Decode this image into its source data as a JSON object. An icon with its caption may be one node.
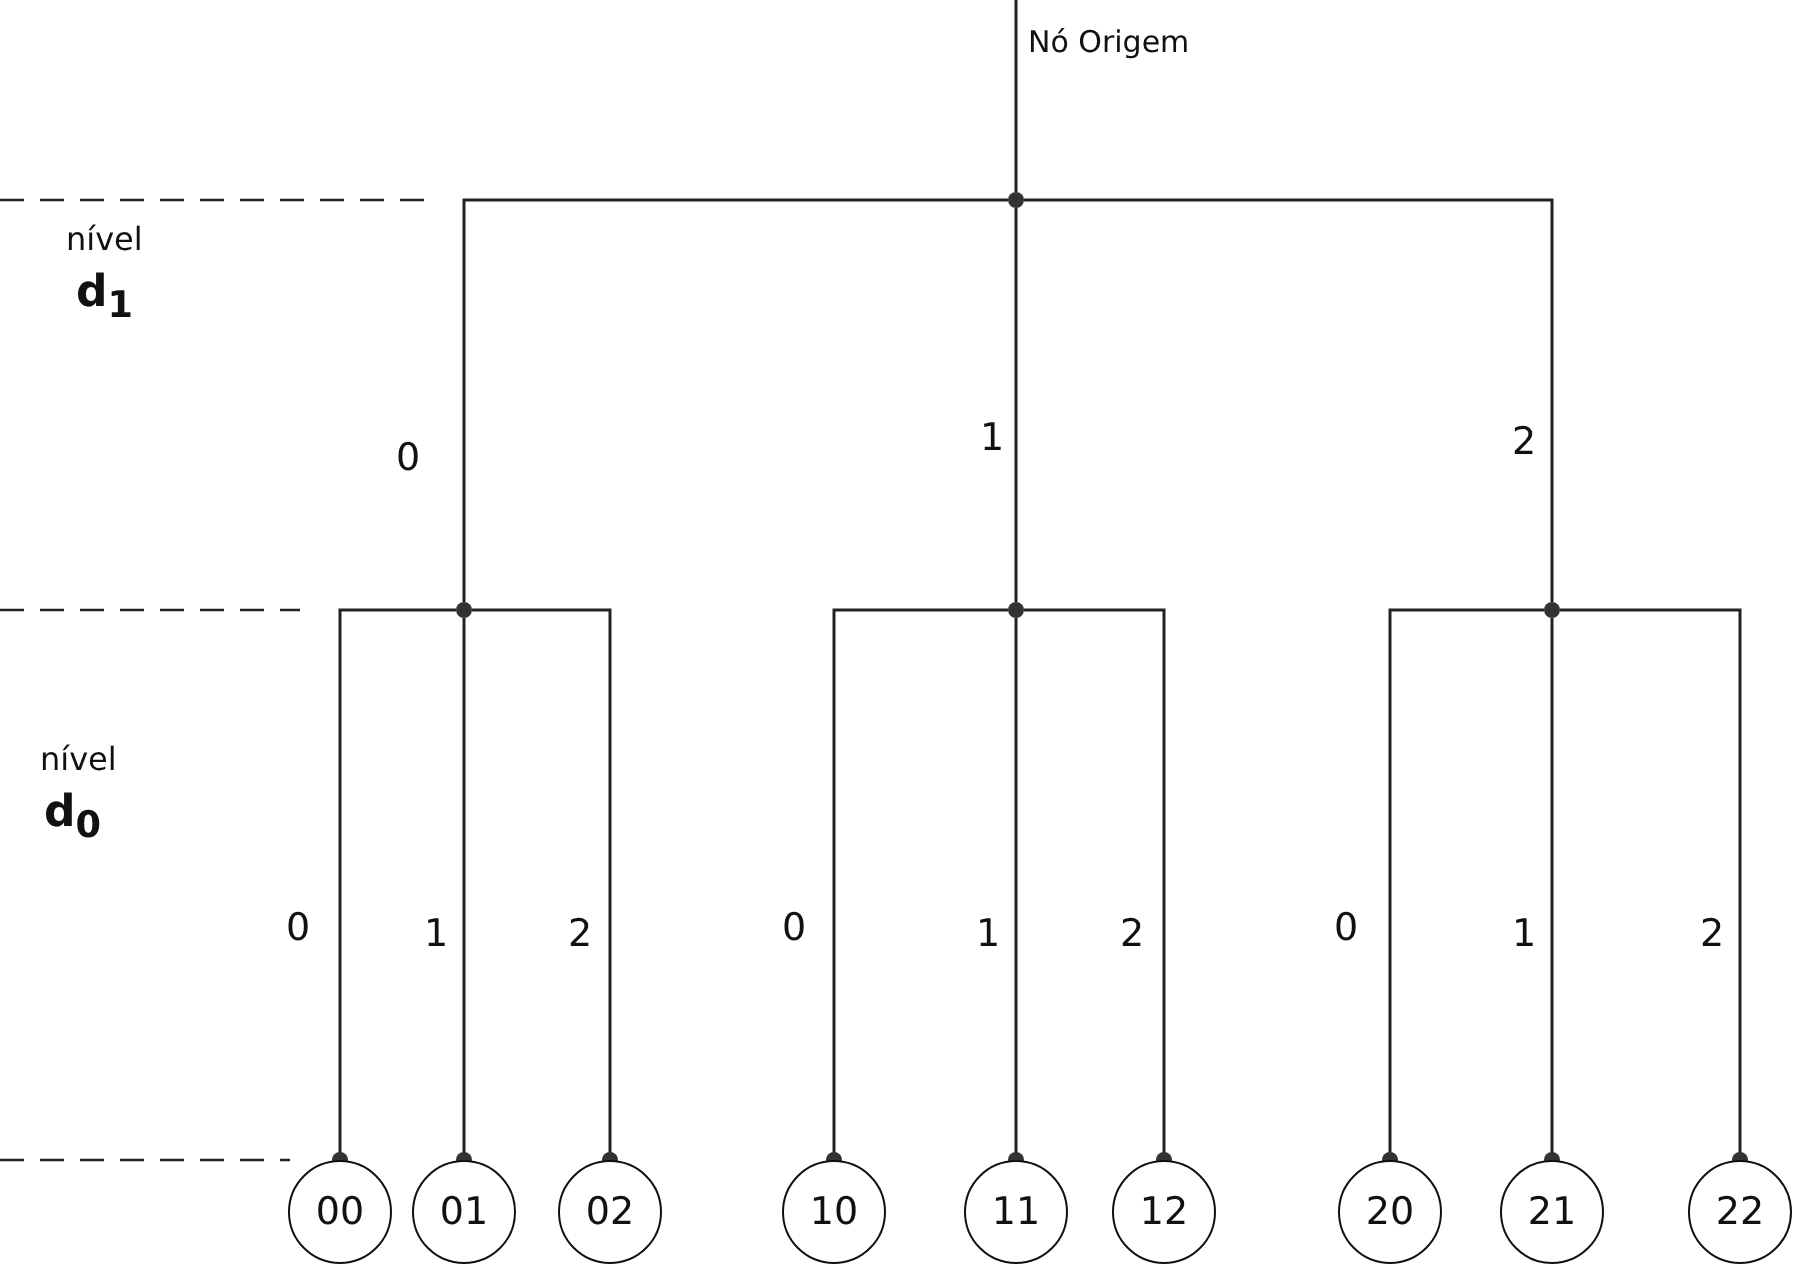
{
  "diagram": {
    "nodes": [
      {
        "text": [],
        "shape": "circle"
      },
      {
        "text": [],
        "shape": "circle"
      },
      {
        "text": [],
        "shape": "circle"
      },
      {
        "text": [],
        "shape": "circle"
      },
      {
        "text": [
          "00"
        ]
      },
      {
        "text": [
          "01"
        ]
      },
      {
        "text": [
          "02"
        ]
      },
      {
        "text": [
          "10"
        ]
      },
      {
        "text": [
          "11"
        ]
      },
      {
        "text": [
          "12"
        ]
      },
      {
        "text": [
          "20"
        ]
      },
      {
        "text": [
          "21"
        ]
      },
      {
        "text": [
          "22"
        ]
      }
    ],
    "edges": [
      {
        "from": null,
        "to": 0,
        "arrow": "none"
      },
      {
        "from": 0,
        "to": 1,
        "arrow": "none",
        "label": "0"
      },
      {
        "from": 0,
        "to": 2,
        "arrow": "none",
        "label": "1"
      },
      {
        "from": 0,
        "to": 3,
        "arrow": "none",
        "label": "2"
      },
      {
        "from": 1,
        "to": 4,
        "arrow": "other",
        "label": "0"
      },
      {
        "from": 1,
        "to": 5,
        "arrow": "other",
        "label": "1"
      },
      {
        "from": 1,
        "to": 6,
        "arrow": "other",
        "label": "2"
      },
      {
        "from": 2,
        "to": 7,
        "arrow": "other",
        "label": "0"
      },
      {
        "from": 2,
        "to": 8,
        "arrow": "other",
        "label": "1"
      },
      {
        "from": 2,
        "to": 9,
        "arrow": "other",
        "label": "2"
      },
      {
        "from": 3,
        "to": 10,
        "arrow": "other",
        "label": "0"
      },
      {
        "from": 3,
        "to": 11,
        "arrow": "other",
        "label": "1"
      },
      {
        "from": 3,
        "to": 12,
        "arrow": "other",
        "label": "2"
      }
    ],
    "labels": [
      "Nó Origem",
      "nível",
      "d$_{1}$",
      "nível",
      "d$_{0}$"
    ]
  }
}
